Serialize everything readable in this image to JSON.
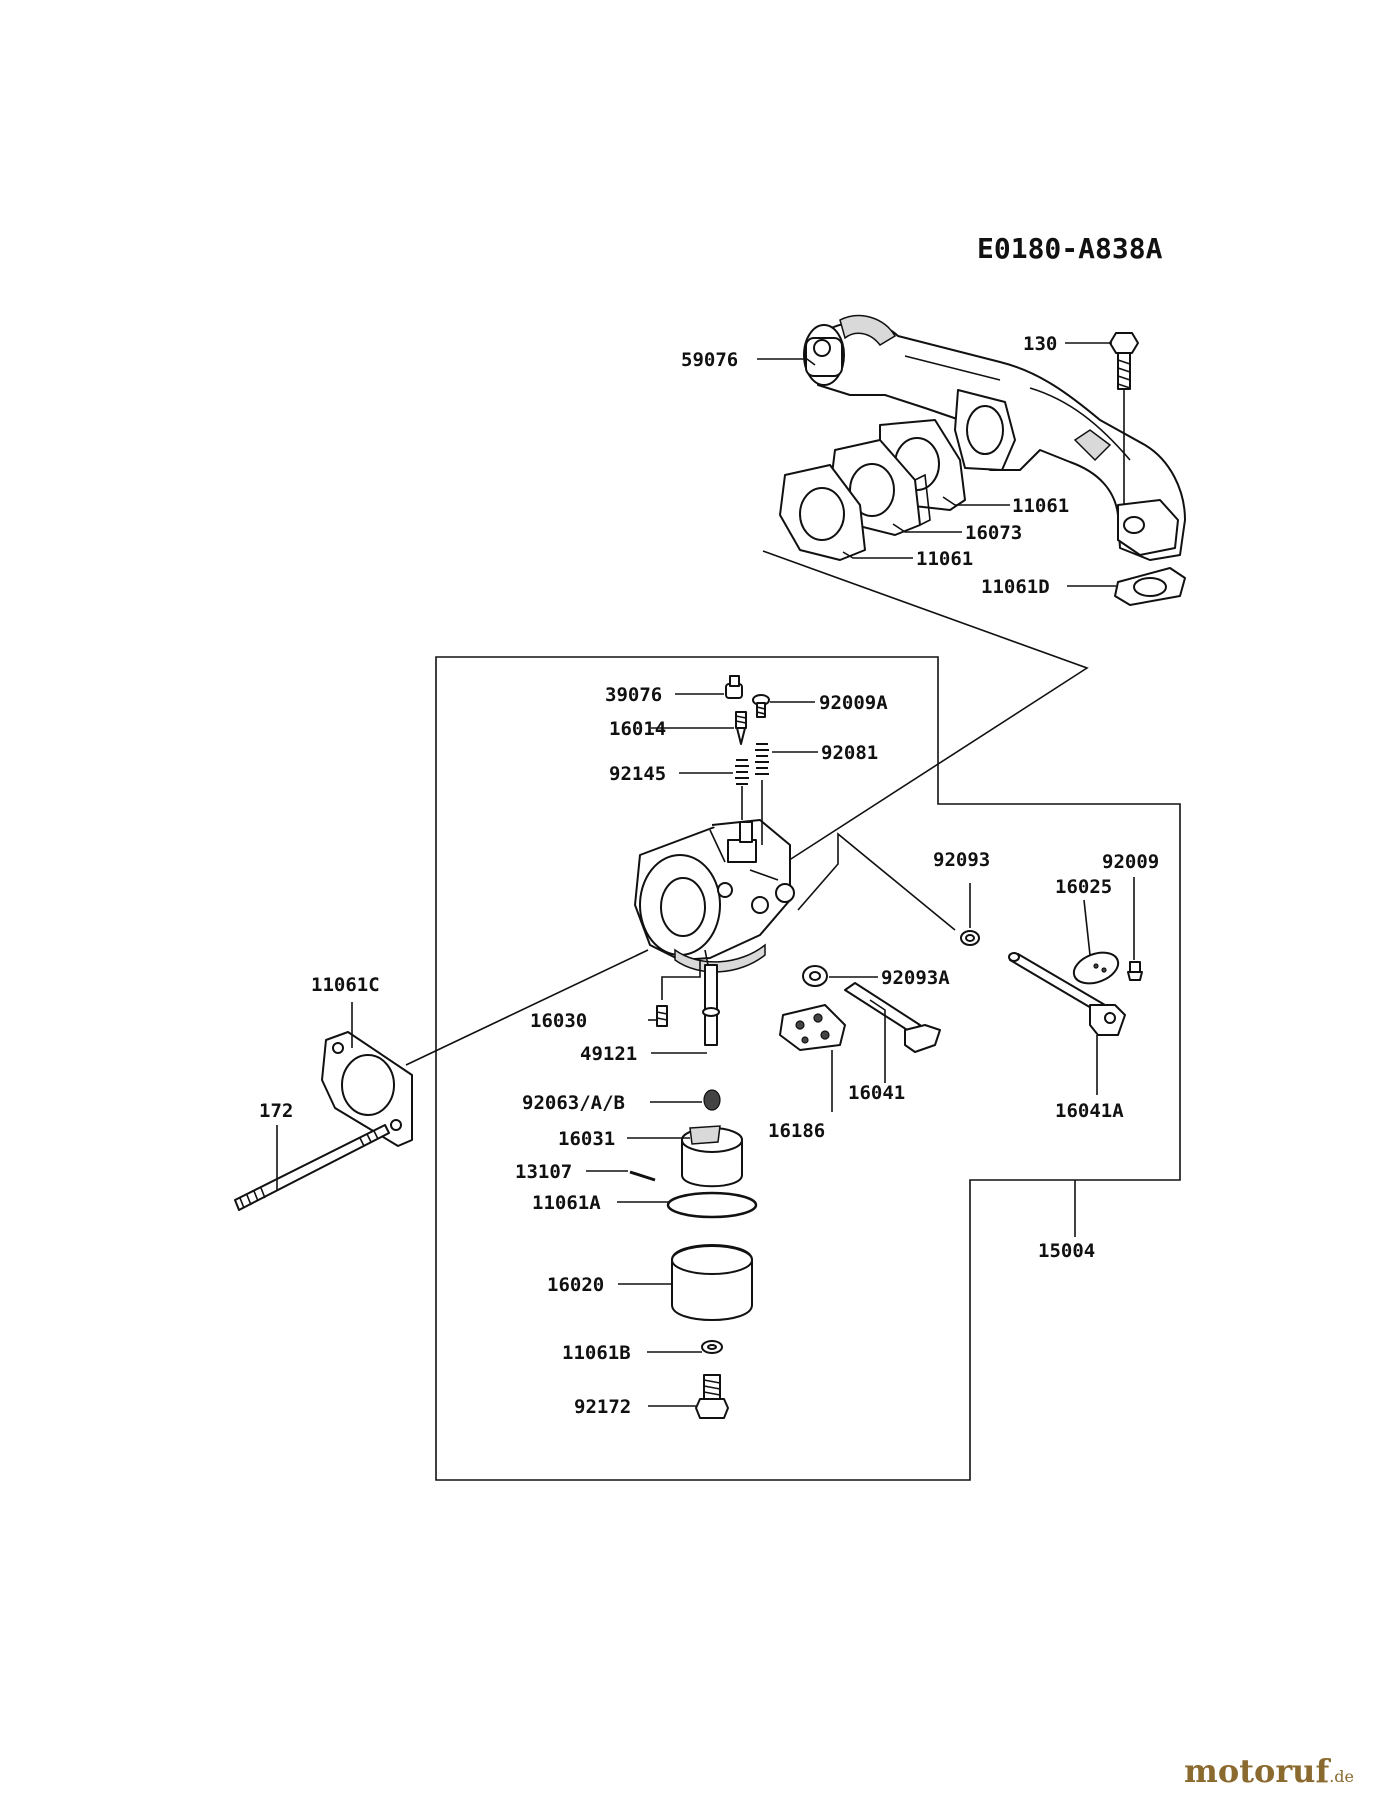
{
  "diagram_code": "E0180-A838A",
  "watermark": {
    "brand": "motoruf",
    "suffix": ".de"
  },
  "callouts": [
    {
      "id": "59076",
      "text": "59076"
    },
    {
      "id": "130",
      "text": "130"
    },
    {
      "id": "11061-upper",
      "text": "11061"
    },
    {
      "id": "16073",
      "text": "16073"
    },
    {
      "id": "11061-lower",
      "text": "11061"
    },
    {
      "id": "11061D",
      "text": "11061D"
    },
    {
      "id": "39076",
      "text": "39076"
    },
    {
      "id": "92009A",
      "text": "92009A"
    },
    {
      "id": "16014",
      "text": "16014"
    },
    {
      "id": "92081",
      "text": "92081"
    },
    {
      "id": "92145",
      "text": "92145"
    },
    {
      "id": "92093",
      "text": "92093"
    },
    {
      "id": "92009",
      "text": "92009"
    },
    {
      "id": "16025",
      "text": "16025"
    },
    {
      "id": "92093A",
      "text": "92093A"
    },
    {
      "id": "11061C",
      "text": "11061C"
    },
    {
      "id": "16030",
      "text": "16030"
    },
    {
      "id": "49121",
      "text": "49121"
    },
    {
      "id": "16041",
      "text": "16041"
    },
    {
      "id": "16041A",
      "text": "16041A"
    },
    {
      "id": "92063AB",
      "text": "92063/A/B"
    },
    {
      "id": "16186",
      "text": "16186"
    },
    {
      "id": "172",
      "text": "172"
    },
    {
      "id": "16031",
      "text": "16031"
    },
    {
      "id": "13107",
      "text": "13107"
    },
    {
      "id": "11061A",
      "text": "11061A"
    },
    {
      "id": "15004",
      "text": "15004"
    },
    {
      "id": "16020",
      "text": "16020"
    },
    {
      "id": "11061B",
      "text": "11061B"
    },
    {
      "id": "92172",
      "text": "92172"
    }
  ]
}
